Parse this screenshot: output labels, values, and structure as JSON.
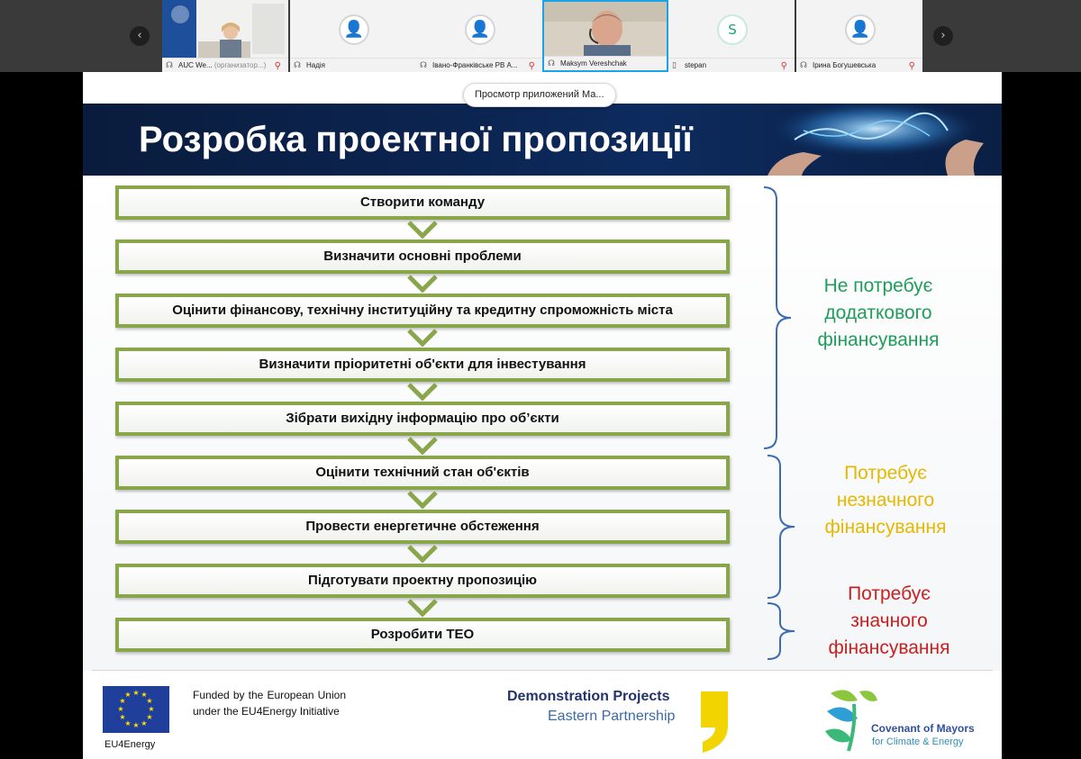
{
  "participants": [
    {
      "name": "AUC We...",
      "role": "(организатор...)",
      "avatar": "",
      "type": "video"
    },
    {
      "name": "Надія",
      "role": "",
      "avatar": "",
      "type": "avatar"
    },
    {
      "name": "Івано-Франківське РВ А...",
      "role": "",
      "avatar": "",
      "type": "avatar"
    },
    {
      "name": "Maksym Vereshchak",
      "role": "",
      "avatar": "",
      "type": "video"
    },
    {
      "name": "stepan",
      "role": "",
      "avatar": "S",
      "type": "letter"
    },
    {
      "name": "Ірина Богушевська",
      "role": "",
      "avatar": "",
      "type": "avatar"
    }
  ],
  "share_label": "Просмотр приложений Ма...",
  "slide": {
    "title": "Розробка проектної пропозиції",
    "steps": [
      "Створити команду",
      "Визначити основні проблеми",
      "Оцінити фінансову, технічну інституційну та кредитну спроможність міста",
      "Визначити пріоритетні об'єкти для інвестування",
      "Зібрати вихідну інформацію про об’єкти",
      "Оцінити технічний стан об'єктів",
      "Провести енергетичне обстеження",
      "Підготувати проектну пропозицію",
      "Розробити ТЕО"
    ],
    "groups": [
      {
        "label": "Не потребує\nдодаткового\nфінансування",
        "color": "#1e9e5a"
      },
      {
        "label": "Потребує\nнезначного\nфінансування",
        "color": "#e6b800"
      },
      {
        "label": "Потребує\nзначного\nфінансування",
        "color": "#cc1f1f"
      }
    ],
    "footer": {
      "eu_label": "EU4Energy",
      "funded_text": "Funded by the European Union under the EU4Energy Initiative",
      "demo_line1": "Demonstration Projects",
      "demo_line2": "Eastern Partnership",
      "com_line1": "Covenant of Mayors",
      "com_line2": "for Climate & Energy"
    }
  },
  "colors": {
    "step_border": "#8aa64a",
    "brace": "#3d6bb0",
    "banner": "#0b2450"
  }
}
